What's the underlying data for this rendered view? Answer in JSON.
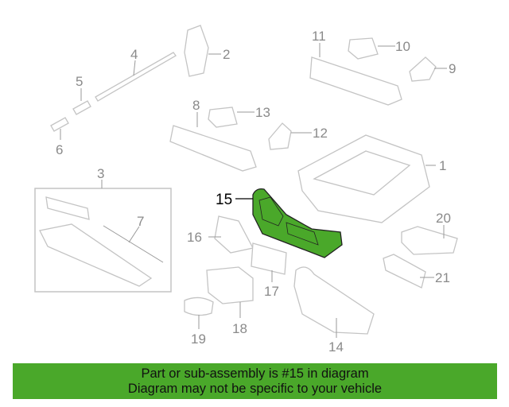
{
  "diagram": {
    "highlighted_part": "15",
    "highlight_color": "#4aa82a",
    "callouts": [
      "1",
      "2",
      "3",
      "4",
      "5",
      "6",
      "7",
      "8",
      "9",
      "10",
      "11",
      "12",
      "13",
      "14",
      "15",
      "16",
      "17",
      "18",
      "19",
      "20",
      "21"
    ]
  },
  "banner": {
    "line1": "Part or sub-assembly is #15 in diagram",
    "line2": "Diagram may not be specific to your vehicle",
    "color": "#4aa82a"
  }
}
